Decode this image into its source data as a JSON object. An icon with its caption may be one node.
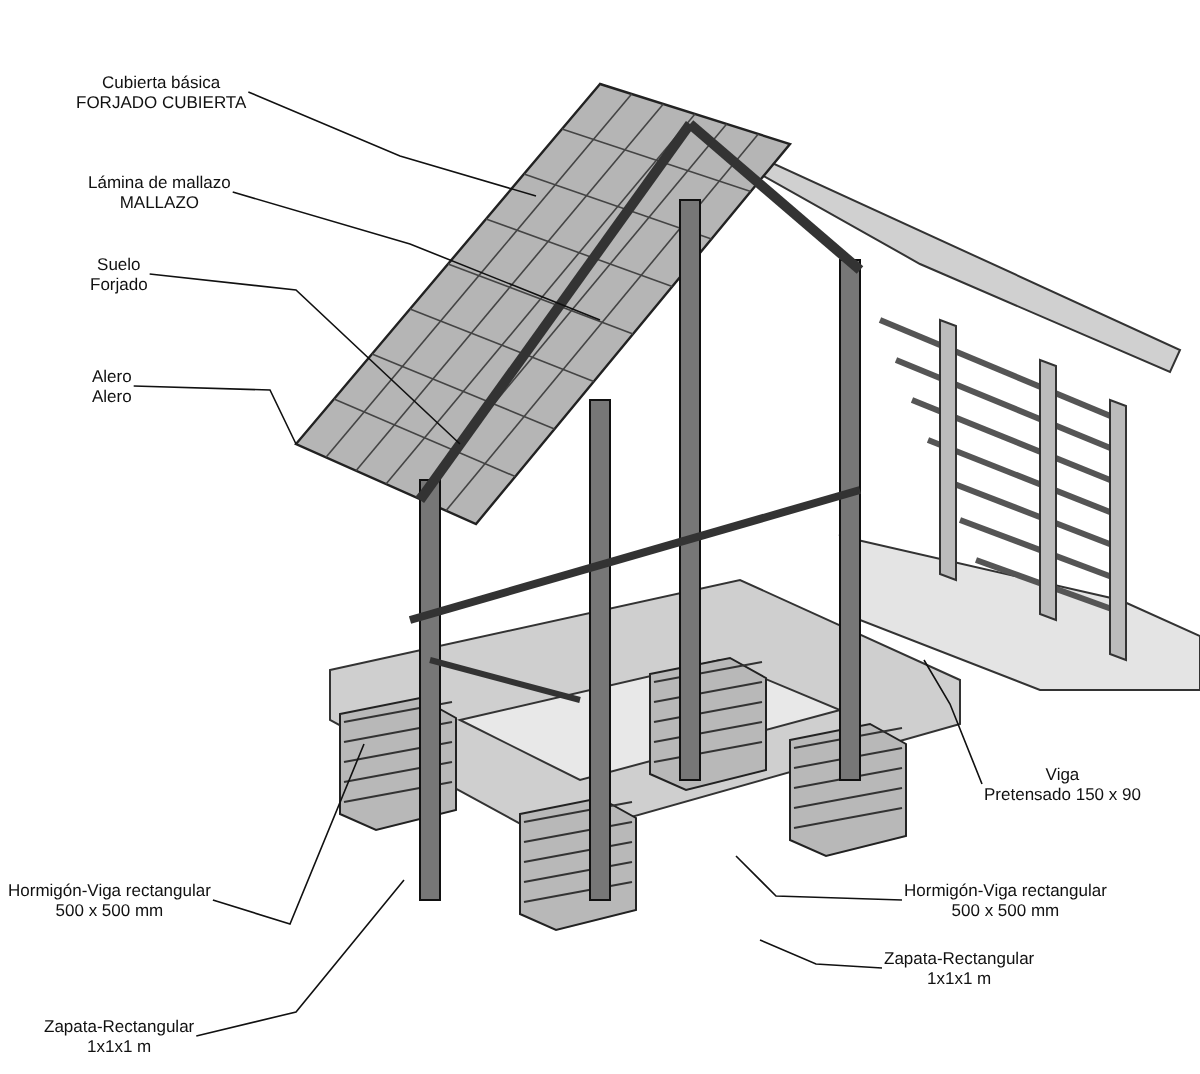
{
  "diagram": {
    "nodes": [
      {
        "text": [
          "Cubierta básica",
          "FORJADO CUBIERTA"
        ]
      },
      {
        "text": [
          "Lámina de mallazo",
          "MALLAZO"
        ]
      },
      {
        "text": [
          "Suelo",
          "Forjado"
        ]
      },
      {
        "text": [
          "Alero",
          "Alero"
        ]
      },
      {
        "text": [
          "Viga",
          "Pretensado 150 x 90"
        ]
      },
      {
        "text": [
          "Hormigón-Viga rectangular",
          "500 x 500 mm"
        ]
      },
      {
        "text": [
          "Hormigón-Viga rectangular",
          "500 x 500 mm"
        ]
      },
      {
        "text": [
          "Zapata-Rectangular",
          "1x1x1 m"
        ]
      },
      {
        "text": [
          "Zapata-Rectangular",
          "1x1x1 m"
        ]
      }
    ],
    "edges": [
      {
        "from": 0,
        "to": null,
        "arrow": "none"
      },
      {
        "from": 1,
        "to": null,
        "arrow": "none"
      },
      {
        "from": 2,
        "to": null,
        "arrow": "none"
      },
      {
        "from": 3,
        "to": null,
        "arrow": "none"
      },
      {
        "from": 4,
        "to": null,
        "arrow": "none"
      },
      {
        "from": 5,
        "to": null,
        "arrow": "none"
      },
      {
        "from": 6,
        "to": null,
        "arrow": "none"
      },
      {
        "from": 7,
        "to": null,
        "arrow": "none"
      },
      {
        "from": 8,
        "to": null,
        "arrow": "none"
      }
    ]
  }
}
